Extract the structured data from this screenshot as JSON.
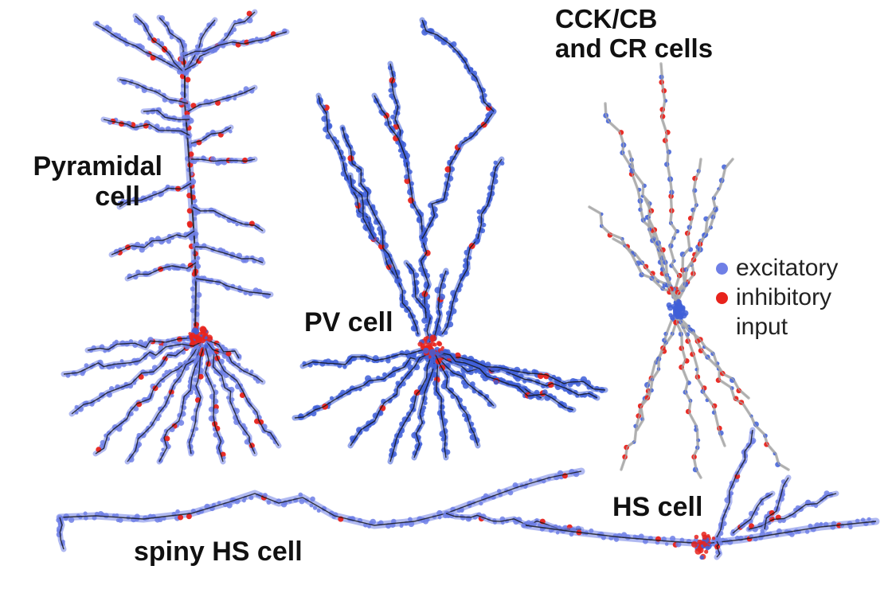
{
  "labels": {
    "pyramidal_line1": "Pyramidal",
    "pyramidal_line2": "cell",
    "pv": "PV cell",
    "cck_line1": "CCK/CB",
    "cck_line2": "and CR cells",
    "hs": "HS cell",
    "spiny_hs": "spiny HS cell"
  },
  "legend": {
    "excitatory": "excitatory",
    "inhibitory": "inhibitory",
    "input": "input"
  },
  "colors": {
    "excitatory": "#6f7fe6",
    "excitatory_dark": "#3f5fd8",
    "inhibitory": "#e8231c",
    "axis_black": "#111111",
    "grey_dendrite": "#a9a9a9"
  }
}
